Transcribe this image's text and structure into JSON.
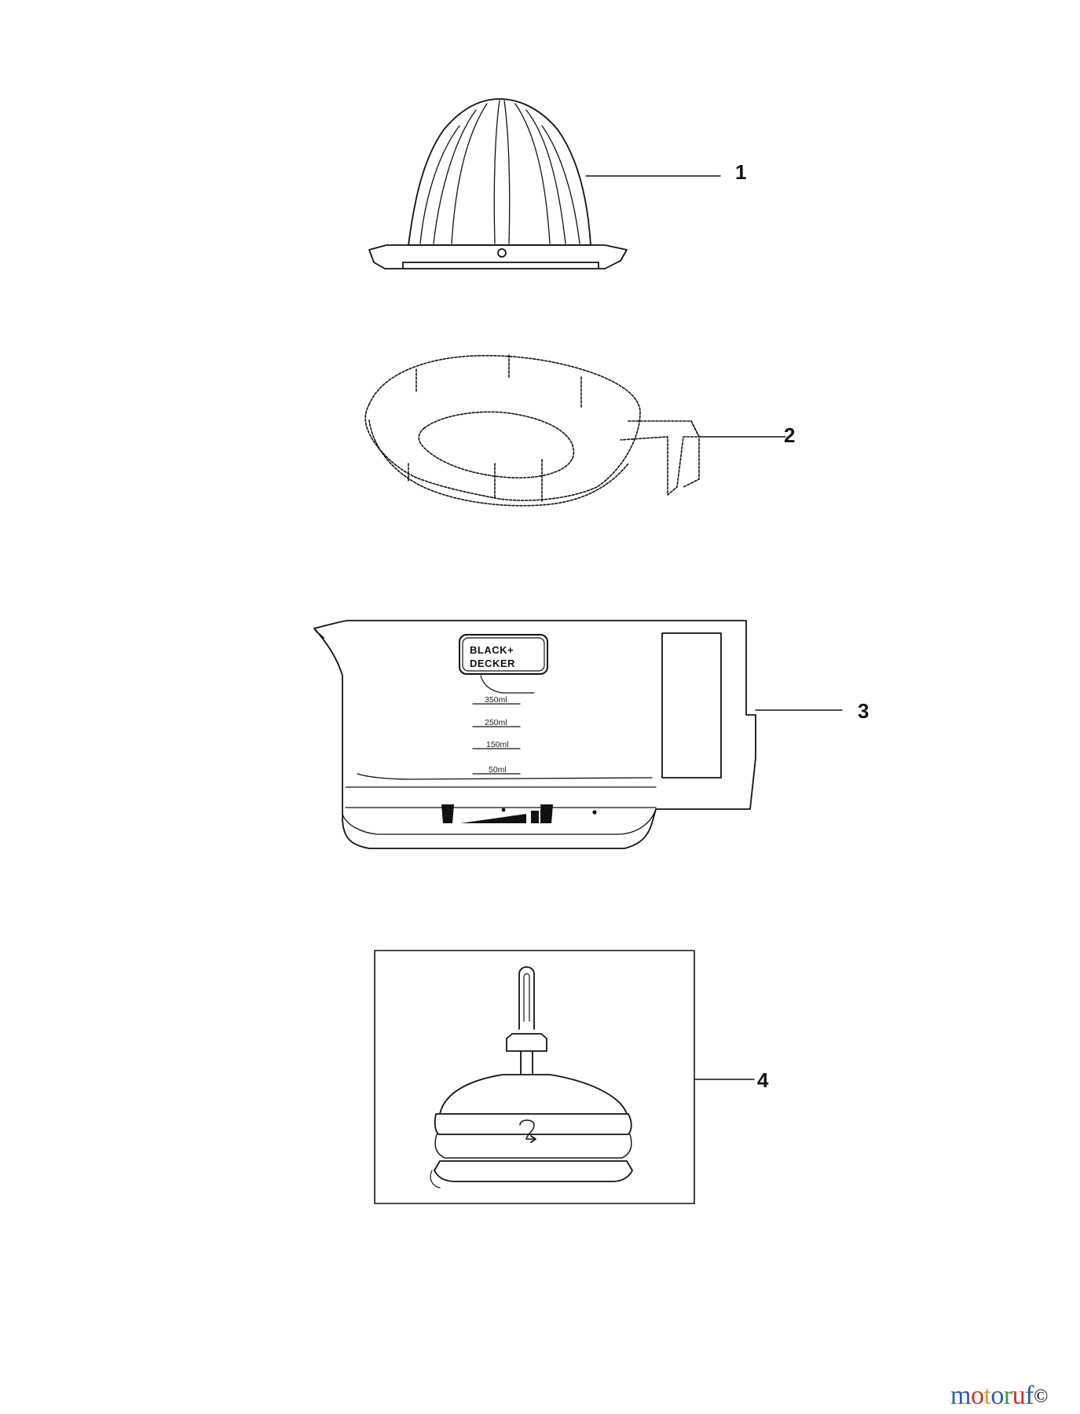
{
  "parts": [
    {
      "number": "1",
      "name": "juicer-cone"
    },
    {
      "number": "2",
      "name": "strainer-basket"
    },
    {
      "number": "3",
      "name": "juice-jug"
    },
    {
      "number": "4",
      "name": "motor-base"
    }
  ],
  "jug": {
    "brand_line1": "BLACK+",
    "brand_line2": "DECKER",
    "graduations": [
      "350ml",
      "250ml",
      "150ml",
      "50ml"
    ]
  },
  "watermark": {
    "letters": [
      "m",
      "o",
      "t",
      "o",
      "r",
      "u",
      "f"
    ],
    "colors": [
      "#2f5cb4",
      "#c8342c",
      "#e0a21c",
      "#2f5cb4",
      "#3a9a3e",
      "#c8342c",
      "#2f5cb4"
    ]
  },
  "colors": {
    "line": "#111111"
  }
}
